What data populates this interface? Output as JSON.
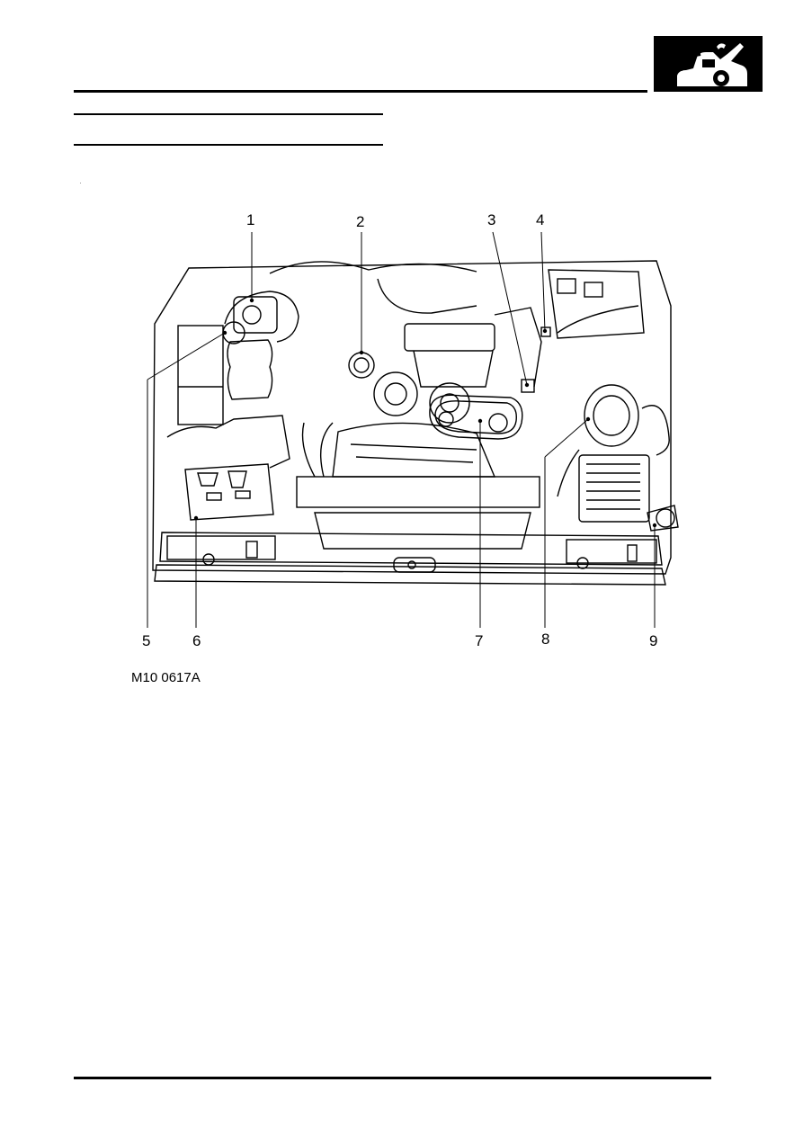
{
  "figure": {
    "reference": "M10 0617A",
    "callouts": [
      "1",
      "2",
      "3",
      "4",
      "5",
      "6",
      "7",
      "8",
      "9"
    ]
  },
  "section_badge": {
    "icon": "bonnet-open-car-icon"
  },
  "colors": {
    "ink": "#000000",
    "paper": "#ffffff"
  }
}
